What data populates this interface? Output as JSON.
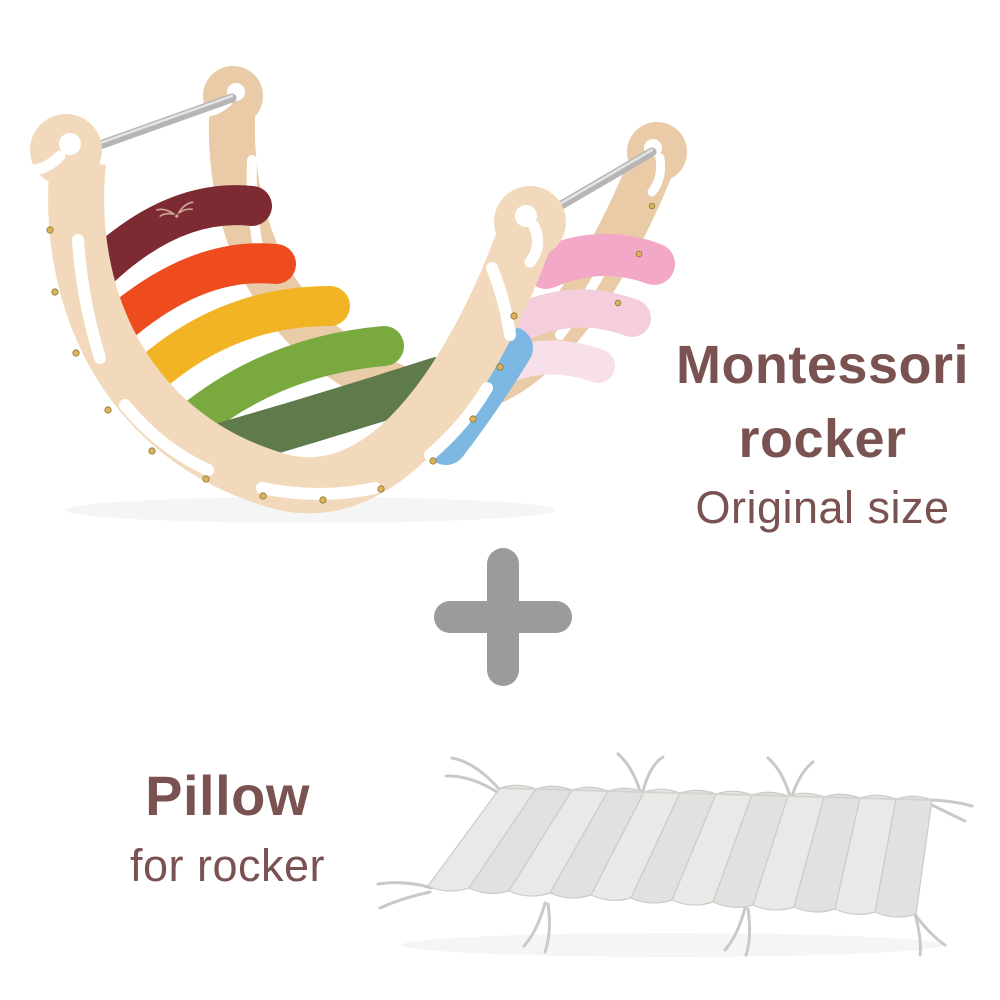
{
  "rocker_section": {
    "title_line1": "Montessori",
    "title_line2": "rocker",
    "subtitle": "Original size"
  },
  "pillow_section": {
    "title": "Pillow",
    "subtitle": "for rocker"
  },
  "separator": {
    "icon": "plus-icon"
  },
  "colors": {
    "title_text": "#7a5252",
    "plus": "#9b9b9b",
    "wood_light": "#f2d9bc",
    "wood_dark": "#e9cba8",
    "metal_bar": "#b5b5b5",
    "slat_maroon": "#7d2a33",
    "slat_orange": "#ee4b1e",
    "slat_yellow": "#f2b324",
    "slat_green": "#79a93f",
    "slat_dark_green": "#5f7b4b",
    "slat_blue": "#7db8e3",
    "slat_pink": "#f2a8c6",
    "slat_pale_pink": "#f5cede",
    "slat_lilac": "#f8e0ea",
    "pillow_fabric": "#e9e9e7",
    "pillow_fabric_alt": "#e1e1df",
    "pillow_seam": "#c9c9c6",
    "screw_gold": "#d9b45a"
  }
}
